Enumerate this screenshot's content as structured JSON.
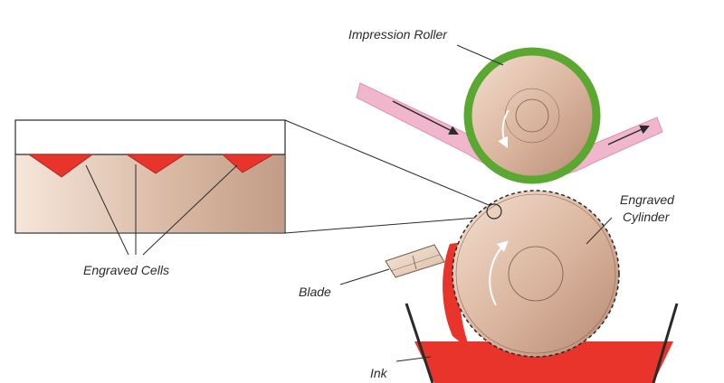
{
  "labels": {
    "impression_roller": "Impression Roller",
    "engraved_cylinder_line1": "Engraved",
    "engraved_cylinder_line2": "Cylinder",
    "engraved_cells": "Engraved Cells",
    "blade": "Blade",
    "ink": "Ink"
  },
  "colors": {
    "roller_ring": "#5aa832",
    "substrate": "#f0b6cc",
    "substrate_edge": "#e48fb0",
    "ink": "#e8342a",
    "metal_light": "#f2d9c8",
    "metal_dark": "#b98f78",
    "outline": "#2a2a2a"
  },
  "icons": [
    "rotation-arrow-icon",
    "feed-arrow-icon"
  ]
}
